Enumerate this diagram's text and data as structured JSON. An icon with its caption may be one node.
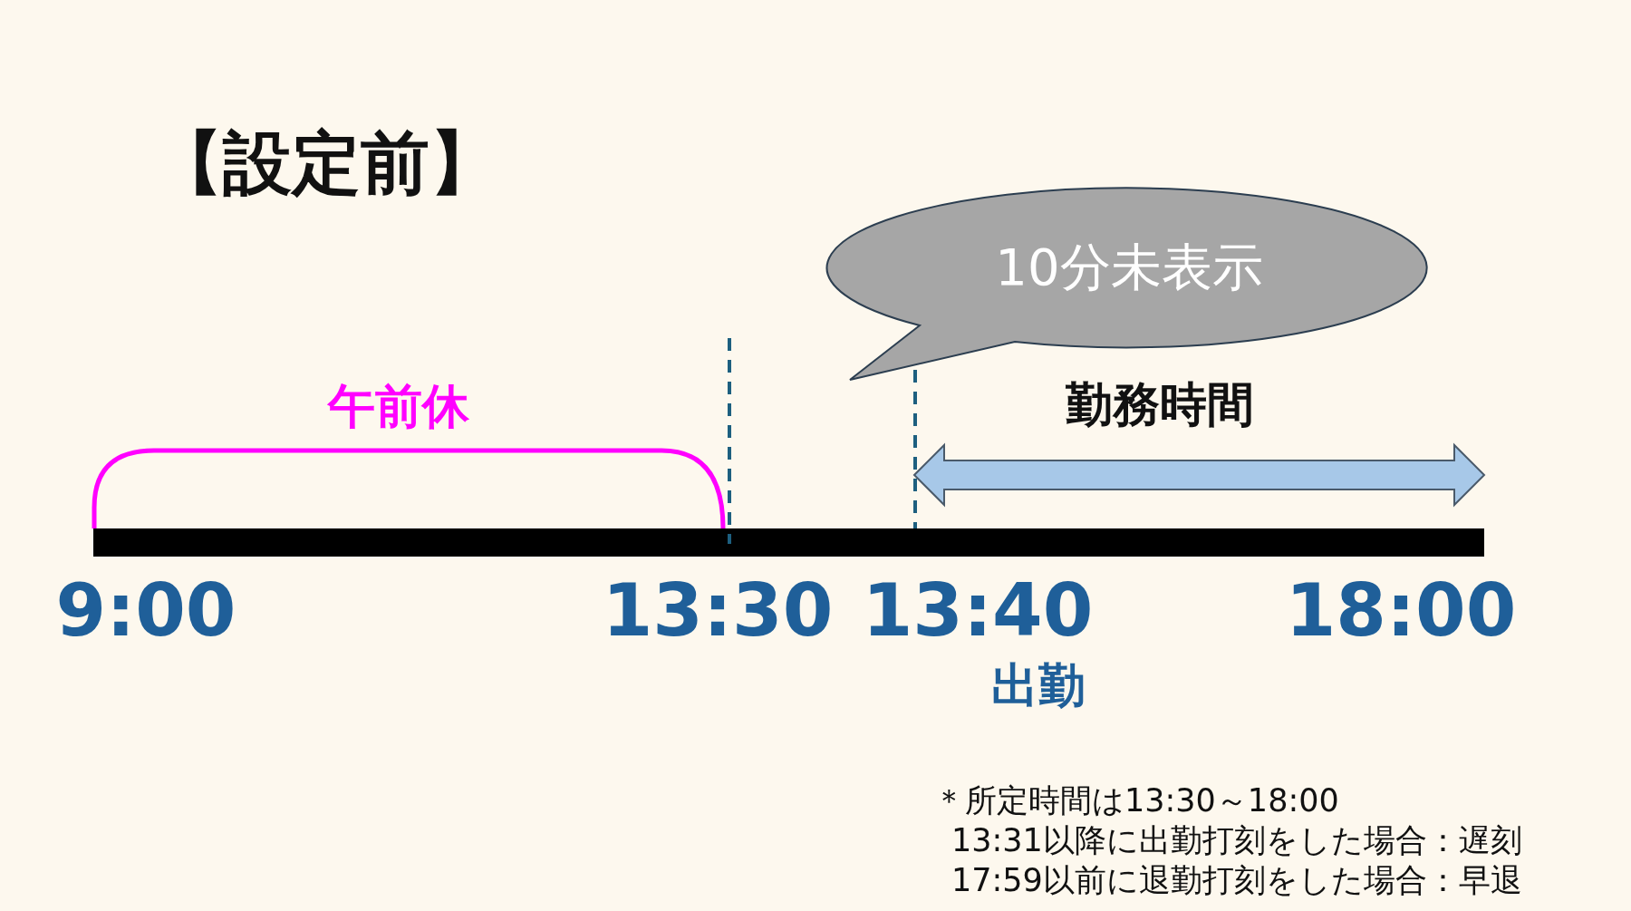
{
  "diagram": {
    "title": "【設定前】",
    "nodes": [
      {
        "text": [
          "10分未表示"
        ]
      },
      {
        "text": [],
        "shape": "bar"
      }
    ],
    "edges": [
      {
        "from": 0,
        "to": 1,
        "arrow": "none",
        "style": "dashed"
      }
    ],
    "labels": [
      "午前休",
      "勤務時間",
      "9:00",
      "13:30",
      "13:40",
      "18:00",
      "出勤",
      "＊所定時間は13:30～18:00",
      "13:31以降に出勤打刻をした場合：遅刻",
      "17:59以前に退勤打刻をした場合：早退"
    ]
  }
}
